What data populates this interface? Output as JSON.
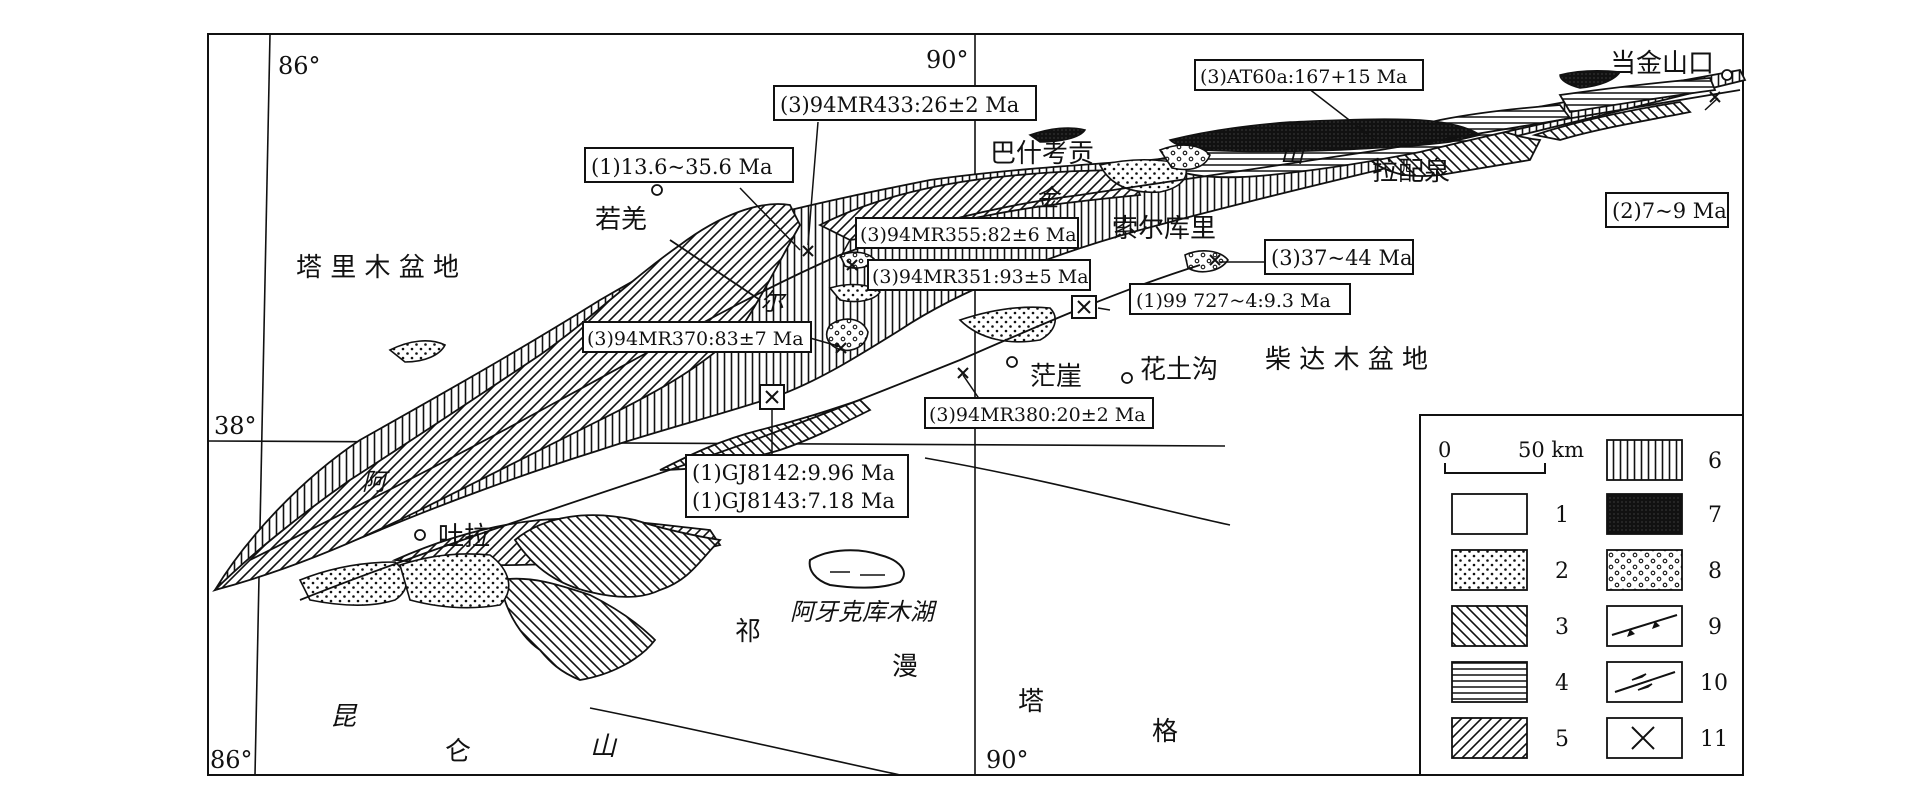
{
  "graticule": {
    "lon_west_top": "86°",
    "lon_west_bottom": "86°",
    "lon_east_top": "90°",
    "lon_east_bottom": "90°",
    "lat_38": "38°"
  },
  "place_labels": {
    "tarim_basin": "塔 里 木 盆 地",
    "qaidam_basin": "柴 达 木 盆 地",
    "ruoqiang": "若羌",
    "bashikaogong": "巴什考贡",
    "lapeiquan": "拉配泉",
    "suoerkuli": "索尔库里",
    "mangya": "茫崖",
    "huatugou": "花土沟",
    "tula": "吐拉",
    "dangjin_pass": "当金山口",
    "ayakekumu_lake": "阿牙克库木湖"
  },
  "range_labels": {
    "altun_a": "阿",
    "altun_er": "尔",
    "altun_jin": "金",
    "altun_shan": "山",
    "kunlun_kun": "昆",
    "kunlun_lun": "仑",
    "kunlun_shan": "山",
    "qiman_qi": "祁",
    "qiman_man": "漫",
    "qiman_ta": "塔",
    "qiman_ge": "格"
  },
  "age_labels": [
    "(3)94MR433:26±2 Ma",
    "(1)13.6~35.6 Ma",
    "(3)94MR355:82±6 Ma",
    "(3)94MR351:93±5 Ma",
    "(1)99 727~4:9.3 Ma",
    "(3)94MR370:83±7 Ma",
    "(3)94MR380:20±2 Ma",
    "(1)GJ8142:9.96 Ma",
    "(1)GJ8143:7.18 Ma",
    "(3)AT60a:167+15 Ma",
    "(3)37~44 Ma",
    "(2)7~9 Ma"
  ],
  "legend": {
    "scale_zero": "0",
    "scale_label": "50 km",
    "items": [
      "1",
      "2",
      "3",
      "4",
      "5",
      "6",
      "7",
      "8",
      "9",
      "10",
      "11"
    ]
  }
}
